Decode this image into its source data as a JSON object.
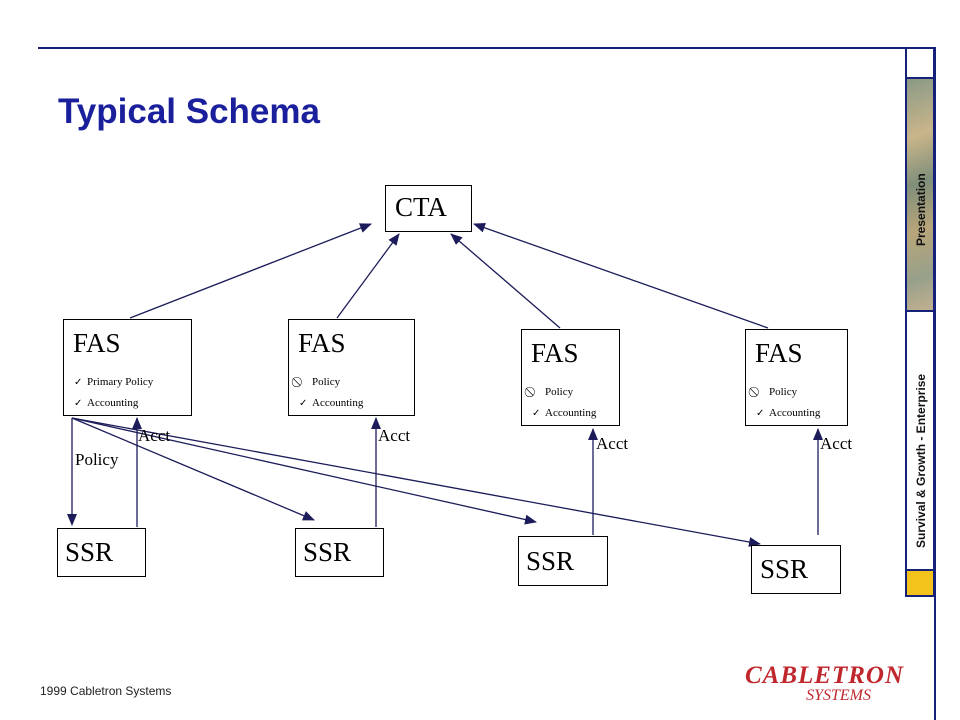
{
  "slide": {
    "title": "Typical Schema",
    "footer": "1999 Cabletron Systems"
  },
  "sidebar": {
    "upper_label": "Presentation",
    "lower_label": "Survival & Growth - Enterprise"
  },
  "logo": {
    "top": "CABLETRON",
    "bottom": "SYSTEMS"
  },
  "diagram": {
    "cta": {
      "label": "CTA"
    },
    "fas": [
      {
        "title": "FAS",
        "items": [
          {
            "mark": "✓",
            "text": "Primary Policy"
          },
          {
            "mark": "✓",
            "text": "Accounting"
          }
        ]
      },
      {
        "title": "FAS",
        "items": [
          {
            "mark": "⃠",
            "text": "Policy"
          },
          {
            "mark": "✓",
            "text": "Accounting"
          }
        ]
      },
      {
        "title": "FAS",
        "items": [
          {
            "mark": "⃠",
            "text": "Policy"
          },
          {
            "mark": "✓",
            "text": "Accounting"
          }
        ]
      },
      {
        "title": "FAS",
        "items": [
          {
            "mark": "⃠",
            "text": "Policy"
          },
          {
            "mark": "✓",
            "text": "Accounting"
          }
        ]
      }
    ],
    "ssr": [
      {
        "label": "SSR"
      },
      {
        "label": "SSR"
      },
      {
        "label": "SSR"
      },
      {
        "label": "SSR"
      }
    ],
    "link_labels": {
      "acct_1": "Acct",
      "policy_1": "Policy",
      "acct_2": "Acct",
      "acct_3": "Acct",
      "acct_4": "Acct"
    }
  }
}
